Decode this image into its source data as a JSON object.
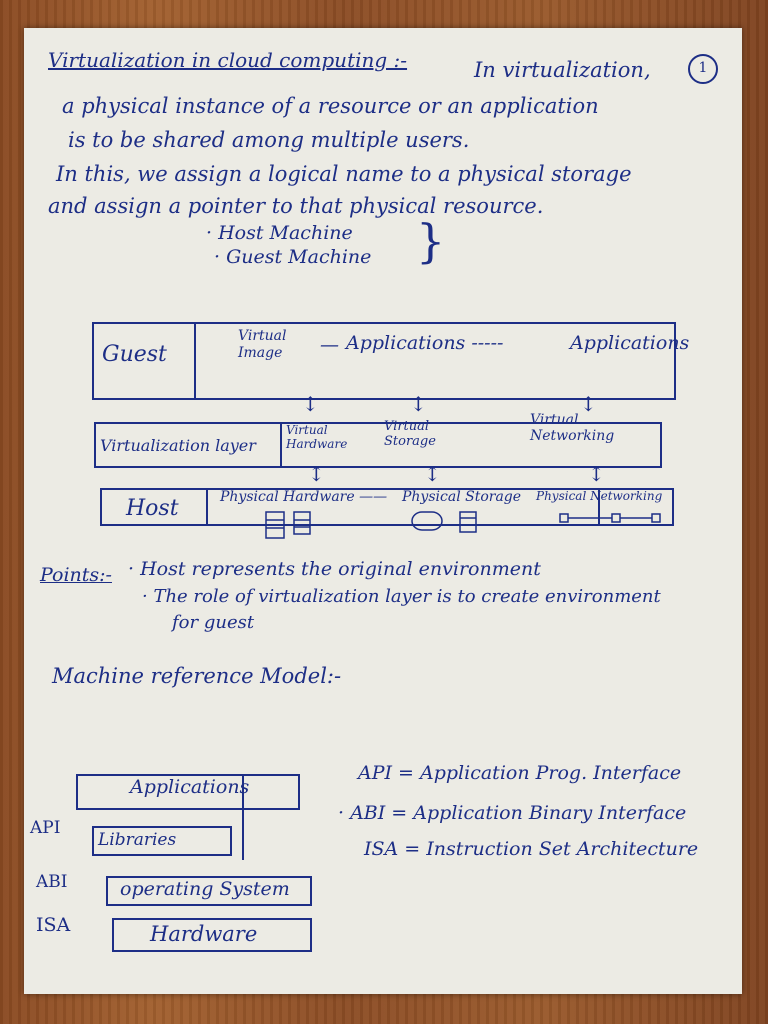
{
  "page_number": "1",
  "title": "Virtualization in cloud computing :-",
  "intro_lines": [
    "In virtualization,",
    "a physical instance of a resource or an application",
    "is to be shared among multiple users.",
    "In this, we assign a logical name to a physical storage",
    "and assign a pointer to that physical resource."
  ],
  "bullets": [
    "Host Machine",
    "Guest Machine"
  ],
  "diagram": {
    "guest_label": "Guest",
    "virtual_image": "Virtual Image",
    "applications_1": "Applications -----",
    "applications_2": "Applications",
    "virtualization_layer": "Virtualization layer",
    "virtual_hardware": "Virtual Hardware",
    "virtual_storage": "Virtual Storage",
    "virtual_networking": "Virtual Networking",
    "host_label": "Host",
    "physical_hardware": "Physical Hardware ——",
    "physical_storage": "Physical Storage",
    "physical_networking": "Physical Networking"
  },
  "points": {
    "label": "Points:-",
    "line1": "· Host represents the original environment",
    "line2": "· The role of virtualization layer is to create environment",
    "line3": "for guest"
  },
  "machine_model": {
    "heading": "Machine reference Model:-",
    "layers": [
      "Applications",
      "Libraries",
      "operating System",
      "Hardware"
    ],
    "side_labels": [
      "API",
      "ABI",
      "ISA"
    ]
  },
  "definitions": [
    "API = Application Prog. Interface",
    "· ABI = Application Binary Interface",
    "ISA = Instruction Set Architecture"
  ]
}
